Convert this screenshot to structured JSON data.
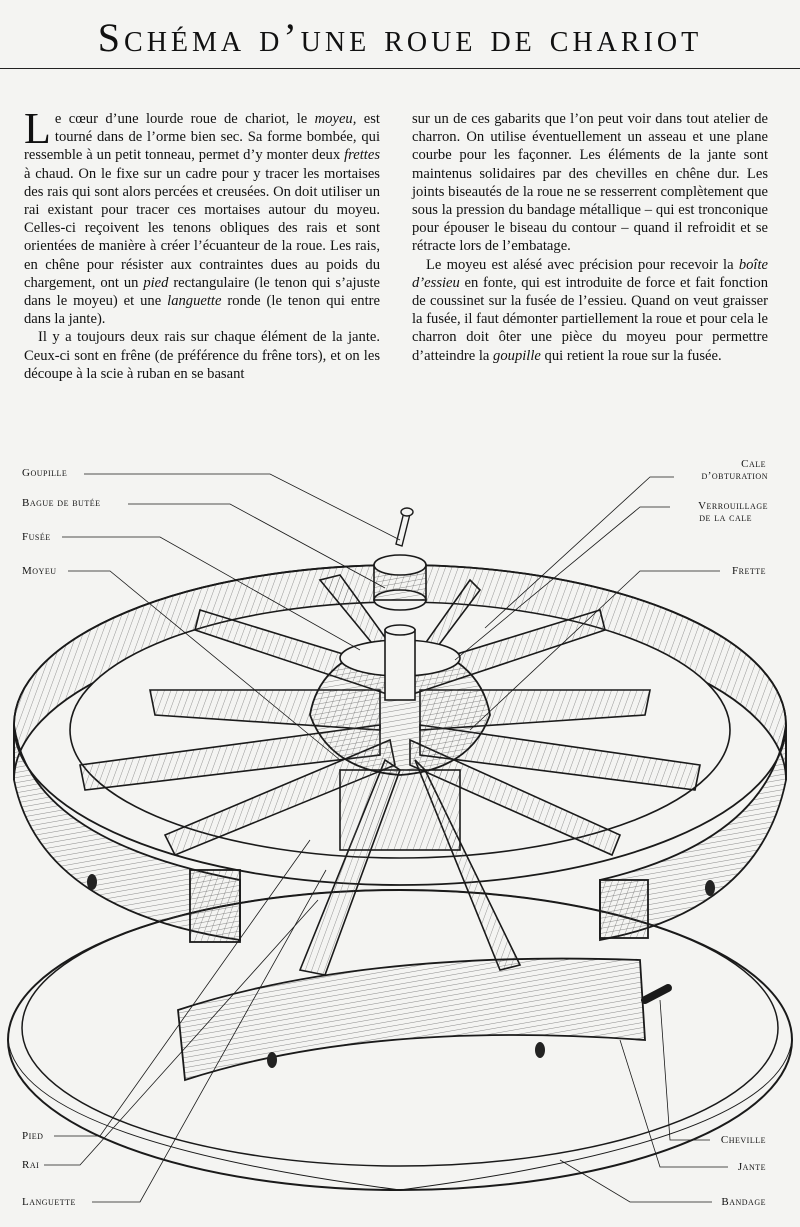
{
  "title": "Schéma d’une roue de chariot",
  "text": {
    "left": {
      "dropcap": "L",
      "p1_a": "e cœur d’une lourde roue de chariot, le ",
      "p1_moyeu": "moyeu,",
      "p1_b": " est tourné dans de l’orme bien sec. Sa forme bombée, qui ressemble à un petit tonneau, permet d’y monter deux ",
      "p1_frettes": "frettes",
      "p1_c": " à chaud. On le fixe sur un cadre pour y tracer les mortaises des rais qui sont alors percées et creusées. On doit utiliser un rai existant pour tracer ces mortaises autour du moyeu. Celles-ci reçoivent les tenons obliques des rais et sont orientées de manière à créer l’écuanteur de la roue. Les rais, en chêne pour résister aux contraintes dues au poids du chargement, ont un ",
      "p1_pied": "pied",
      "p1_d": " rectangulaire (le tenon qui s’ajuste dans le moyeu) et une ",
      "p1_languette": "languette",
      "p1_e": " ronde (le tenon qui entre dans la jante).",
      "p2": "Il y a toujours deux rais sur chaque élément de la jante. Ceux-ci sont en frêne (de préférence du frêne tors), et on les découpe à la scie à ruban en se basant"
    },
    "right": {
      "p1": "sur un de ces gabarits que l’on peut voir dans tout atelier de charron. On utilise éventuellement un asseau et une plane courbe pour les façonner. Les éléments de la jante sont maintenus solidaires par des chevilles en chêne dur. Les joints biseautés de la roue ne se resserrent complètement que sous la pression du bandage métallique – qui est tronconique pour épouser le biseau du contour – quand il refroidit et se rétracte lors de l’embatage.",
      "p2_a": "Le moyeu est alésé avec précision pour recevoir la ",
      "p2_boite": "boîte d’essieu",
      "p2_b": " en fonte, qui est introduite de force et fait fonction de coussinet sur la fusée de l’essieu. Quand on veut graisser la fusée, il faut démonter partiellement la roue et pour cela le charron doit ôter une pièce du moyeu pour permettre d’atteindre la ",
      "p2_goupille": "goupille",
      "p2_c": " qui retient la roue sur la fusée."
    }
  },
  "labels": {
    "goupille": "Goupille",
    "bague": "Bague de butée",
    "fusee": "Fusée",
    "moyeu": "Moyeu",
    "cale": "Cale",
    "obturation": "d’obturation",
    "verrouillage": "Verrouillage",
    "de_la_cale": "de la cale",
    "frette": "Frette",
    "pied": "Pied",
    "rai": "Rai",
    "languette": "Languette",
    "cheville": "Cheville",
    "jante": "Jante",
    "bandage": "Bandage"
  }
}
